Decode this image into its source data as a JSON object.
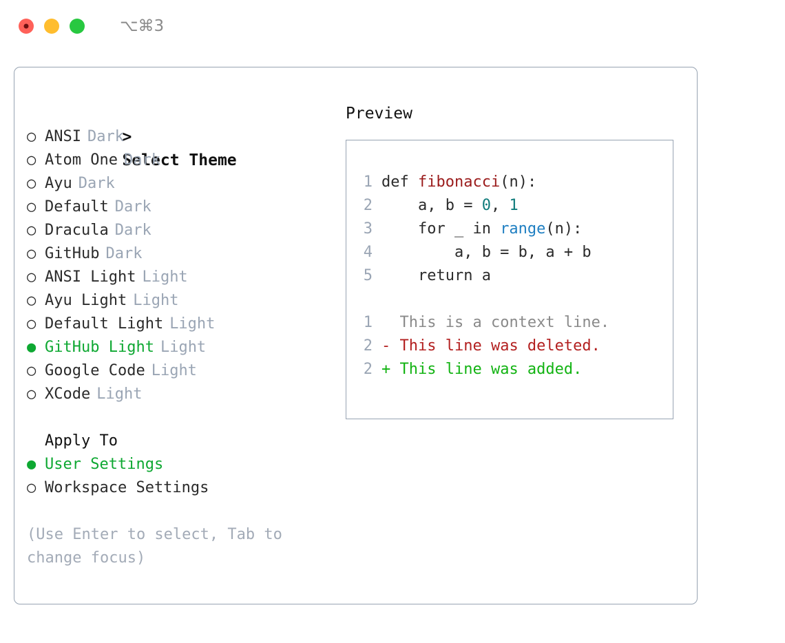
{
  "window": {
    "shortcut": "⌥⌘3",
    "traffic_lights": [
      {
        "name": "close",
        "color": "#ff6159"
      },
      {
        "name": "minimize",
        "color": "#ffbd2e"
      },
      {
        "name": "zoom",
        "color": "#28c840"
      }
    ]
  },
  "colors": {
    "accent_green": "#0ea832",
    "muted": "#9aa5b4",
    "border": "#97a3b2",
    "text": "#2b2b2b",
    "diff_add": "#12b312",
    "diff_del": "#b32020",
    "token_function": "#9b1c1c",
    "token_number": "#0f7b7b",
    "token_builtin": "#1f7fc2"
  },
  "theme_list": {
    "caret": ">",
    "title": "Select Theme",
    "marker_unselected": "○",
    "marker_selected": "●",
    "items": [
      {
        "label": "ANSI",
        "kind": "Dark",
        "selected": false
      },
      {
        "label": "Atom One",
        "kind": "Dark",
        "selected": false
      },
      {
        "label": "Ayu",
        "kind": "Dark",
        "selected": false
      },
      {
        "label": "Default",
        "kind": "Dark",
        "selected": false
      },
      {
        "label": "Dracula",
        "kind": "Dark",
        "selected": false
      },
      {
        "label": "GitHub",
        "kind": "Dark",
        "selected": false
      },
      {
        "label": "ANSI Light",
        "kind": "Light",
        "selected": false
      },
      {
        "label": "Ayu Light",
        "kind": "Light",
        "selected": false
      },
      {
        "label": "Default Light",
        "kind": "Light",
        "selected": false
      },
      {
        "label": "GitHub Light",
        "kind": "Light",
        "selected": true
      },
      {
        "label": "Google Code",
        "kind": "Light",
        "selected": false
      },
      {
        "label": "XCode",
        "kind": "Light",
        "selected": false
      }
    ]
  },
  "apply_to": {
    "title": "Apply To",
    "items": [
      {
        "label": "User Settings",
        "selected": true
      },
      {
        "label": "Workspace Settings",
        "selected": false
      }
    ]
  },
  "hint": "(Use Enter to select, Tab to change focus)",
  "preview": {
    "title": "Preview",
    "code_lines": [
      {
        "no": "1",
        "parts": [
          {
            "t": "def ",
            "c": "plain"
          },
          {
            "t": "fibonacci",
            "c": "fn"
          },
          {
            "t": "(n):",
            "c": "plain"
          }
        ]
      },
      {
        "no": "2",
        "parts": [
          {
            "t": "    a, b = ",
            "c": "plain"
          },
          {
            "t": "0",
            "c": "num"
          },
          {
            "t": ", ",
            "c": "plain"
          },
          {
            "t": "1",
            "c": "num"
          }
        ]
      },
      {
        "no": "3",
        "parts": [
          {
            "t": "    for _ in ",
            "c": "plain"
          },
          {
            "t": "range",
            "c": "bi"
          },
          {
            "t": "(n):",
            "c": "plain"
          }
        ]
      },
      {
        "no": "4",
        "parts": [
          {
            "t": "        a, b = b, a + b",
            "c": "plain"
          }
        ]
      },
      {
        "no": "5",
        "parts": [
          {
            "t": "    return a",
            "c": "plain"
          }
        ]
      }
    ],
    "diff_lines": [
      {
        "no": "1",
        "sign": " ",
        "text": "This is a context line.",
        "kind": "ctx"
      },
      {
        "no": "2",
        "sign": "-",
        "text": "This line was deleted.",
        "kind": "del"
      },
      {
        "no": "2",
        "sign": "+",
        "text": "This line was added.",
        "kind": "add"
      }
    ]
  }
}
